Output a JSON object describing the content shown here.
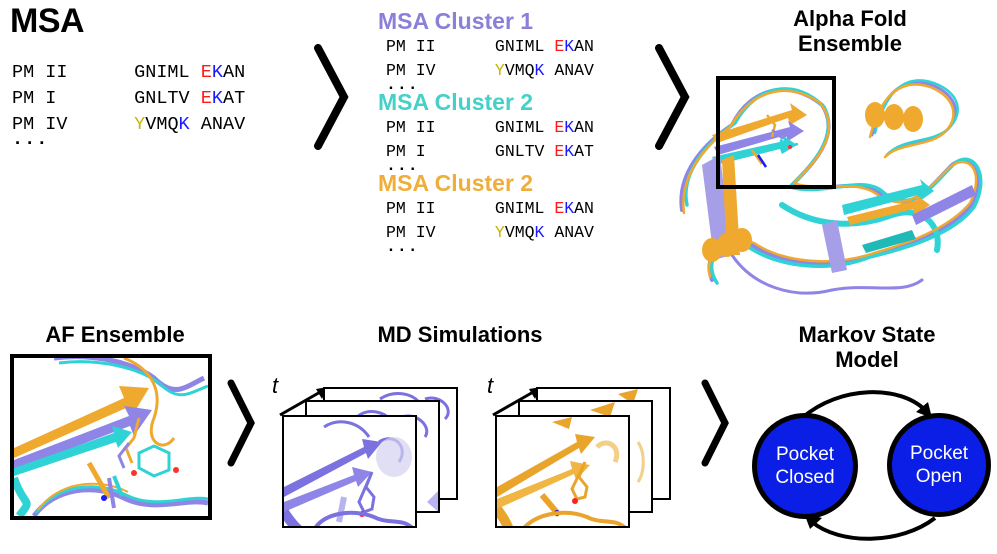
{
  "msa": {
    "title": "MSA",
    "rows": [
      {
        "name": "PM II",
        "seq": [
          {
            "t": "GNIML ",
            "c": ""
          },
          {
            "t": "E",
            "c": "r"
          },
          {
            "t": "K",
            "c": "b"
          },
          {
            "t": "AN",
            "c": ""
          }
        ]
      },
      {
        "name": "PM I",
        "seq": [
          {
            "t": "GNLTV ",
            "c": ""
          },
          {
            "t": "E",
            "c": "r"
          },
          {
            "t": "K",
            "c": "b"
          },
          {
            "t": "AT",
            "c": ""
          }
        ]
      },
      {
        "name": "PM IV",
        "seq": [
          {
            "t": "Y",
            "c": "y"
          },
          {
            "t": "VMQ",
            "c": ""
          },
          {
            "t": "K",
            "c": "b"
          },
          {
            "t": " ANAV",
            "c": ""
          }
        ]
      }
    ],
    "ellipsis": "..."
  },
  "clusters": [
    {
      "title": "MSA Cluster 1",
      "color": "#8a7fd9",
      "rows": [
        {
          "name": "PM II",
          "seq": [
            {
              "t": "GNIML ",
              "c": ""
            },
            {
              "t": "E",
              "c": "r"
            },
            {
              "t": "K",
              "c": "b"
            },
            {
              "t": "AN",
              "c": ""
            }
          ]
        },
        {
          "name": "PM IV",
          "seq": [
            {
              "t": "Y",
              "c": "y"
            },
            {
              "t": "VMQ",
              "c": ""
            },
            {
              "t": "K",
              "c": "b"
            },
            {
              "t": " ANAV",
              "c": ""
            }
          ]
        }
      ],
      "ellipsis": "..."
    },
    {
      "title": "MSA Cluster 2",
      "color": "#45d0c8",
      "rows": [
        {
          "name": "PM II",
          "seq": [
            {
              "t": "GNIML ",
              "c": ""
            },
            {
              "t": "E",
              "c": "r"
            },
            {
              "t": "K",
              "c": "b"
            },
            {
              "t": "AN",
              "c": ""
            }
          ]
        },
        {
          "name": "PM I",
          "seq": [
            {
              "t": "GNLTV ",
              "c": ""
            },
            {
              "t": "E",
              "c": "r"
            },
            {
              "t": "K",
              "c": "b"
            },
            {
              "t": "AT",
              "c": ""
            }
          ]
        }
      ],
      "ellipsis": "..."
    },
    {
      "title": "MSA Cluster 2",
      "color": "#efae3a",
      "rows": [
        {
          "name": "PM II",
          "seq": [
            {
              "t": "GNIML ",
              "c": ""
            },
            {
              "t": "E",
              "c": "r"
            },
            {
              "t": "K",
              "c": "b"
            },
            {
              "t": "AN",
              "c": ""
            }
          ]
        },
        {
          "name": "PM IV",
          "seq": [
            {
              "t": "Y",
              "c": "y"
            },
            {
              "t": "VMQ",
              "c": ""
            },
            {
              "t": "K",
              "c": "b"
            },
            {
              "t": " ANAV",
              "c": ""
            }
          ]
        }
      ],
      "ellipsis": "..."
    }
  ],
  "alphafold": {
    "title_line1": "Alpha Fold",
    "title_line2": "Ensemble",
    "structure_colors": [
      "#8f85e6",
      "#2fd3d6",
      "#efa92e"
    ]
  },
  "af_ensemble": {
    "title": "AF Ensemble"
  },
  "md": {
    "title": "MD Simulations",
    "time_label": "t",
    "stacks": [
      {
        "name": "cluster-1-trajectory",
        "color": "#7b72e0"
      },
      {
        "name": "cluster-3-trajectory",
        "color": "#e9a42c"
      }
    ]
  },
  "msm": {
    "title_line1": "Markov State",
    "title_line2": "Model",
    "states": [
      {
        "line1": "Pocket",
        "line2": "Closed"
      },
      {
        "line1": "Pocket",
        "line2": "Open"
      }
    ],
    "node_color": "#0a1ee6"
  },
  "colors": {
    "red_residue": "#ff1a1a",
    "blue_residue": "#1a1aff",
    "yellow_residue": "#c8b400"
  }
}
